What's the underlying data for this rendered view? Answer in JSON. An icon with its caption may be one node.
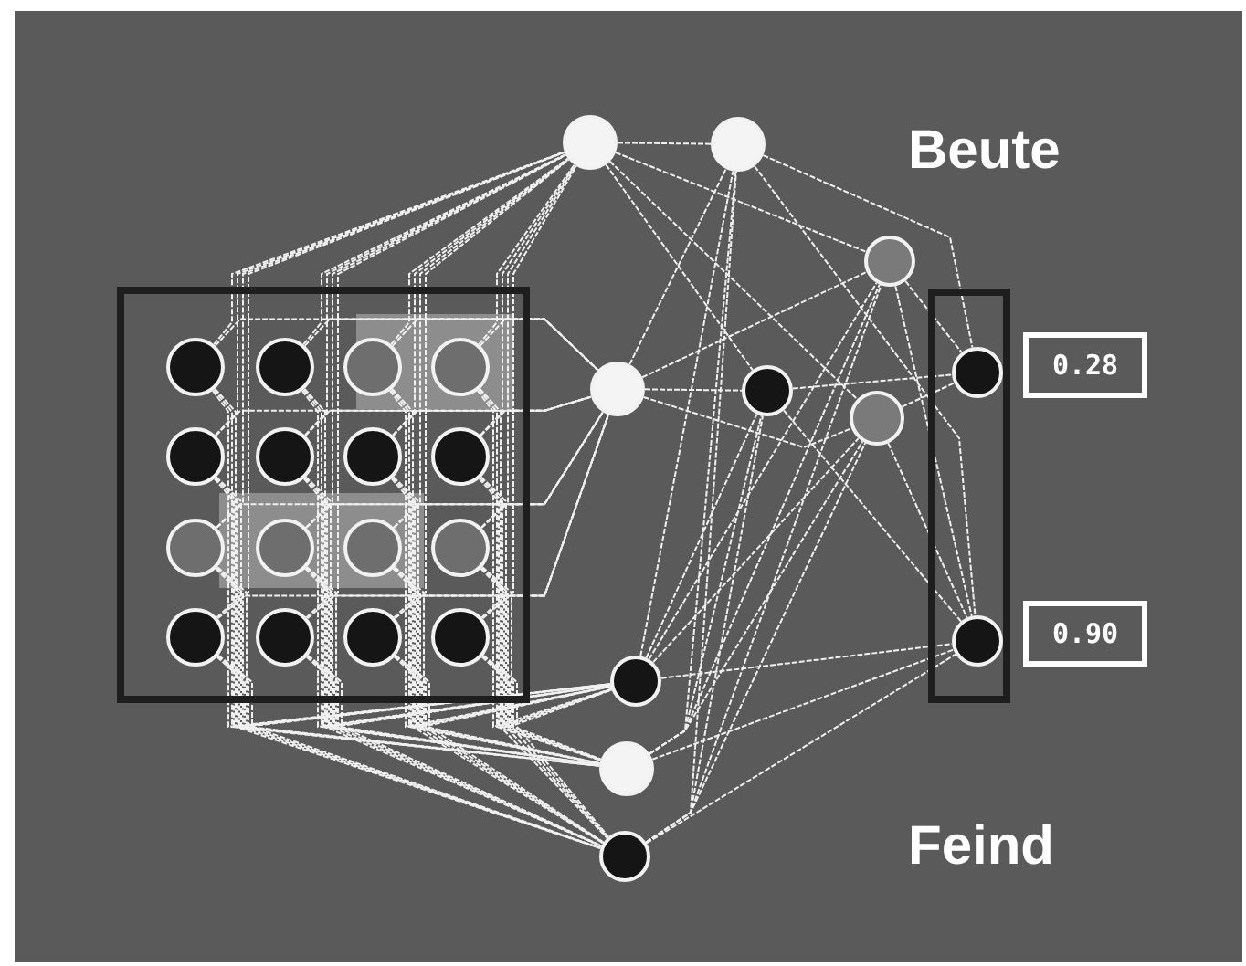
{
  "diagram": {
    "nodes": [
      {
        "text": [],
        "shape": "box"
      },
      {
        "text": [],
        "shape": "circle",
        "in": 0
      },
      {
        "text": [],
        "shape": "circle",
        "in": 0
      },
      {
        "text": [],
        "shape": "circle",
        "in": 0
      },
      {
        "text": [],
        "shape": "circle",
        "in": 0
      },
      {
        "text": [],
        "shape": "circle",
        "in": 0
      },
      {
        "text": [],
        "shape": "circle",
        "in": 0
      },
      {
        "text": [],
        "shape": "circle",
        "in": 0
      },
      {
        "text": [],
        "shape": "circle",
        "in": 0
      },
      {
        "text": [],
        "shape": "circle",
        "in": 0
      },
      {
        "text": [],
        "shape": "circle",
        "in": 0
      },
      {
        "text": [],
        "shape": "circle",
        "in": 0
      },
      {
        "text": [],
        "shape": "circle",
        "in": 0
      },
      {
        "text": [],
        "shape": "circle",
        "in": 0
      },
      {
        "text": [],
        "shape": "circle",
        "in": 0
      },
      {
        "text": [],
        "shape": "circle",
        "in": 0
      },
      {
        "text": [],
        "shape": "circle",
        "in": 0
      },
      {
        "text": [],
        "shape": "circle"
      },
      {
        "text": [],
        "shape": "circle"
      },
      {
        "text": [],
        "shape": "circle"
      },
      {
        "text": [],
        "shape": "circle"
      },
      {
        "text": [],
        "shape": "circle"
      },
      {
        "text": [],
        "shape": "circle"
      },
      {
        "text": [],
        "shape": "circle"
      },
      {
        "text": [],
        "shape": "circle"
      },
      {
        "text": [],
        "shape": "circle"
      },
      {
        "text": [],
        "shape": "box"
      },
      {
        "text": [],
        "shape": "circle",
        "in": 26
      },
      {
        "text": [],
        "shape": "circle",
        "in": 26
      },
      {
        "text": [
          "0.28"
        ]
      },
      {
        "text": [
          "0.90"
        ]
      }
    ],
    "edges": [
      {
        "from": 1,
        "to": 17,
        "arrow": "none"
      },
      {
        "from": 1,
        "to": 20,
        "arrow": "none"
      },
      {
        "from": 1,
        "to": 23,
        "arrow": "none"
      },
      {
        "from": 1,
        "to": 24,
        "arrow": "none"
      },
      {
        "from": 1,
        "to": 25,
        "arrow": "none"
      },
      {
        "from": 2,
        "to": 17,
        "arrow": "none"
      },
      {
        "from": 2,
        "to": 20,
        "arrow": "none"
      },
      {
        "from": 2,
        "to": 23,
        "arrow": "none"
      },
      {
        "from": 2,
        "to": 24,
        "arrow": "none"
      },
      {
        "from": 2,
        "to": 25,
        "arrow": "none"
      },
      {
        "from": 3,
        "to": 17,
        "arrow": "none"
      },
      {
        "from": 3,
        "to": 20,
        "arrow": "none"
      },
      {
        "from": 3,
        "to": 23,
        "arrow": "none"
      },
      {
        "from": 3,
        "to": 24,
        "arrow": "none"
      },
      {
        "from": 3,
        "to": 25,
        "arrow": "none"
      },
      {
        "from": 4,
        "to": 17,
        "arrow": "none"
      },
      {
        "from": 4,
        "to": 20,
        "arrow": "none"
      },
      {
        "from": 4,
        "to": 23,
        "arrow": "none"
      },
      {
        "from": 4,
        "to": 24,
        "arrow": "none"
      },
      {
        "from": 4,
        "to": 25,
        "arrow": "none"
      },
      {
        "from": 5,
        "to": 17,
        "arrow": "none"
      },
      {
        "from": 5,
        "to": 20,
        "arrow": "none"
      },
      {
        "from": 5,
        "to": 23,
        "arrow": "none"
      },
      {
        "from": 5,
        "to": 24,
        "arrow": "none"
      },
      {
        "from": 5,
        "to": 25,
        "arrow": "none"
      },
      {
        "from": 6,
        "to": 17,
        "arrow": "none"
      },
      {
        "from": 6,
        "to": 20,
        "arrow": "none"
      },
      {
        "from": 6,
        "to": 23,
        "arrow": "none"
      },
      {
        "from": 6,
        "to": 24,
        "arrow": "none"
      },
      {
        "from": 6,
        "to": 25,
        "arrow": "none"
      },
      {
        "from": 7,
        "to": 17,
        "arrow": "none"
      },
      {
        "from": 7,
        "to": 20,
        "arrow": "none"
      },
      {
        "from": 7,
        "to": 23,
        "arrow": "none"
      },
      {
        "from": 7,
        "to": 24,
        "arrow": "none"
      },
      {
        "from": 7,
        "to": 25,
        "arrow": "none"
      },
      {
        "from": 8,
        "to": 17,
        "arrow": "none"
      },
      {
        "from": 8,
        "to": 20,
        "arrow": "none"
      },
      {
        "from": 8,
        "to": 23,
        "arrow": "none"
      },
      {
        "from": 8,
        "to": 24,
        "arrow": "none"
      },
      {
        "from": 8,
        "to": 25,
        "arrow": "none"
      },
      {
        "from": 9,
        "to": 17,
        "arrow": "none"
      },
      {
        "from": 9,
        "to": 20,
        "arrow": "none"
      },
      {
        "from": 9,
        "to": 23,
        "arrow": "none"
      },
      {
        "from": 9,
        "to": 24,
        "arrow": "none"
      },
      {
        "from": 9,
        "to": 25,
        "arrow": "none"
      },
      {
        "from": 10,
        "to": 17,
        "arrow": "none"
      },
      {
        "from": 10,
        "to": 20,
        "arrow": "none"
      },
      {
        "from": 10,
        "to": 23,
        "arrow": "none"
      },
      {
        "from": 10,
        "to": 24,
        "arrow": "none"
      },
      {
        "from": 10,
        "to": 25,
        "arrow": "none"
      },
      {
        "from": 11,
        "to": 17,
        "arrow": "none"
      },
      {
        "from": 11,
        "to": 20,
        "arrow": "none"
      },
      {
        "from": 11,
        "to": 23,
        "arrow": "none"
      },
      {
        "from": 11,
        "to": 24,
        "arrow": "none"
      },
      {
        "from": 11,
        "to": 25,
        "arrow": "none"
      },
      {
        "from": 12,
        "to": 17,
        "arrow": "none"
      },
      {
        "from": 12,
        "to": 20,
        "arrow": "none"
      },
      {
        "from": 12,
        "to": 23,
        "arrow": "none"
      },
      {
        "from": 12,
        "to": 24,
        "arrow": "none"
      },
      {
        "from": 12,
        "to": 25,
        "arrow": "none"
      },
      {
        "from": 13,
        "to": 17,
        "arrow": "none"
      },
      {
        "from": 13,
        "to": 20,
        "arrow": "none"
      },
      {
        "from": 13,
        "to": 23,
        "arrow": "none"
      },
      {
        "from": 13,
        "to": 24,
        "arrow": "none"
      },
      {
        "from": 13,
        "to": 25,
        "arrow": "none"
      },
      {
        "from": 14,
        "to": 17,
        "arrow": "none"
      },
      {
        "from": 14,
        "to": 20,
        "arrow": "none"
      },
      {
        "from": 14,
        "to": 23,
        "arrow": "none"
      },
      {
        "from": 14,
        "to": 24,
        "arrow": "none"
      },
      {
        "from": 14,
        "to": 25,
        "arrow": "none"
      },
      {
        "from": 15,
        "to": 17,
        "arrow": "none"
      },
      {
        "from": 15,
        "to": 20,
        "arrow": "none"
      },
      {
        "from": 15,
        "to": 23,
        "arrow": "none"
      },
      {
        "from": 15,
        "to": 24,
        "arrow": "none"
      },
      {
        "from": 15,
        "to": 25,
        "arrow": "none"
      },
      {
        "from": 16,
        "to": 17,
        "arrow": "none"
      },
      {
        "from": 16,
        "to": 20,
        "arrow": "none"
      },
      {
        "from": 16,
        "to": 23,
        "arrow": "none"
      },
      {
        "from": 16,
        "to": 24,
        "arrow": "none"
      },
      {
        "from": 16,
        "to": 25,
        "arrow": "none"
      },
      {
        "from": 17,
        "to": 18,
        "arrow": "none"
      },
      {
        "from": 17,
        "to": 21,
        "arrow": "none"
      },
      {
        "from": 17,
        "to": 19,
        "arrow": "none"
      },
      {
        "from": 17,
        "to": 22,
        "arrow": "none"
      },
      {
        "from": 20,
        "to": 18,
        "arrow": "none"
      },
      {
        "from": 20,
        "to": 21,
        "arrow": "none"
      },
      {
        "from": 20,
        "to": 19,
        "arrow": "none"
      },
      {
        "from": 20,
        "to": 22,
        "arrow": "none"
      },
      {
        "from": 23,
        "to": 18,
        "arrow": "none"
      },
      {
        "from": 23,
        "to": 21,
        "arrow": "none"
      },
      {
        "from": 23,
        "to": 19,
        "arrow": "none"
      },
      {
        "from": 23,
        "to": 22,
        "arrow": "none"
      },
      {
        "from": 24,
        "to": 18,
        "arrow": "none"
      },
      {
        "from": 24,
        "to": 21,
        "arrow": "none"
      },
      {
        "from": 24,
        "to": 19,
        "arrow": "none"
      },
      {
        "from": 24,
        "to": 22,
        "arrow": "none"
      },
      {
        "from": 25,
        "to": 18,
        "arrow": "none"
      },
      {
        "from": 25,
        "to": 21,
        "arrow": "none"
      },
      {
        "from": 25,
        "to": 19,
        "arrow": "none"
      },
      {
        "from": 25,
        "to": 22,
        "arrow": "none"
      },
      {
        "from": 18,
        "to": 27,
        "arrow": "none"
      },
      {
        "from": 21,
        "to": 27,
        "arrow": "none"
      },
      {
        "from": 19,
        "to": 27,
        "arrow": "none"
      },
      {
        "from": 22,
        "to": 27,
        "arrow": "none"
      },
      {
        "from": 18,
        "to": 28,
        "arrow": "none"
      },
      {
        "from": 21,
        "to": 28,
        "arrow": "none"
      },
      {
        "from": 19,
        "to": 28,
        "arrow": "none"
      },
      {
        "from": 22,
        "to": 28,
        "arrow": "none"
      },
      {
        "from": 23,
        "to": 28,
        "arrow": "none"
      },
      {
        "from": 24,
        "to": 28,
        "arrow": "none"
      },
      {
        "from": 25,
        "to": 28,
        "arrow": "none"
      }
    ],
    "labels": [
      "Beute",
      "Feind"
    ]
  }
}
